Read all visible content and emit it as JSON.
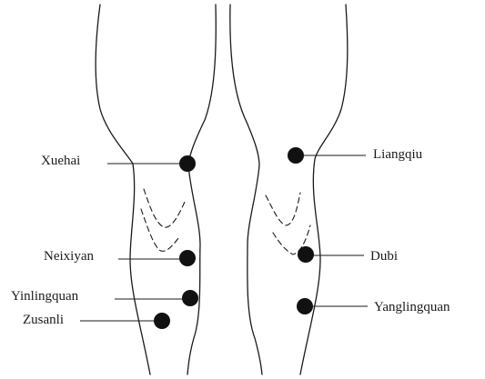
{
  "acupoints": [
    {
      "id": "xuehai",
      "name": "Xuehai"
    },
    {
      "id": "neixiyan",
      "name": "Neixiyan"
    },
    {
      "id": "yinlingquan",
      "name": "Yinlingquan"
    },
    {
      "id": "zusanli",
      "name": "Zusanli"
    },
    {
      "id": "liangqiu",
      "name": "Liangqiu"
    },
    {
      "id": "dubi",
      "name": "Dubi"
    },
    {
      "id": "yanglingquan",
      "name": "Yanglingquan"
    }
  ]
}
